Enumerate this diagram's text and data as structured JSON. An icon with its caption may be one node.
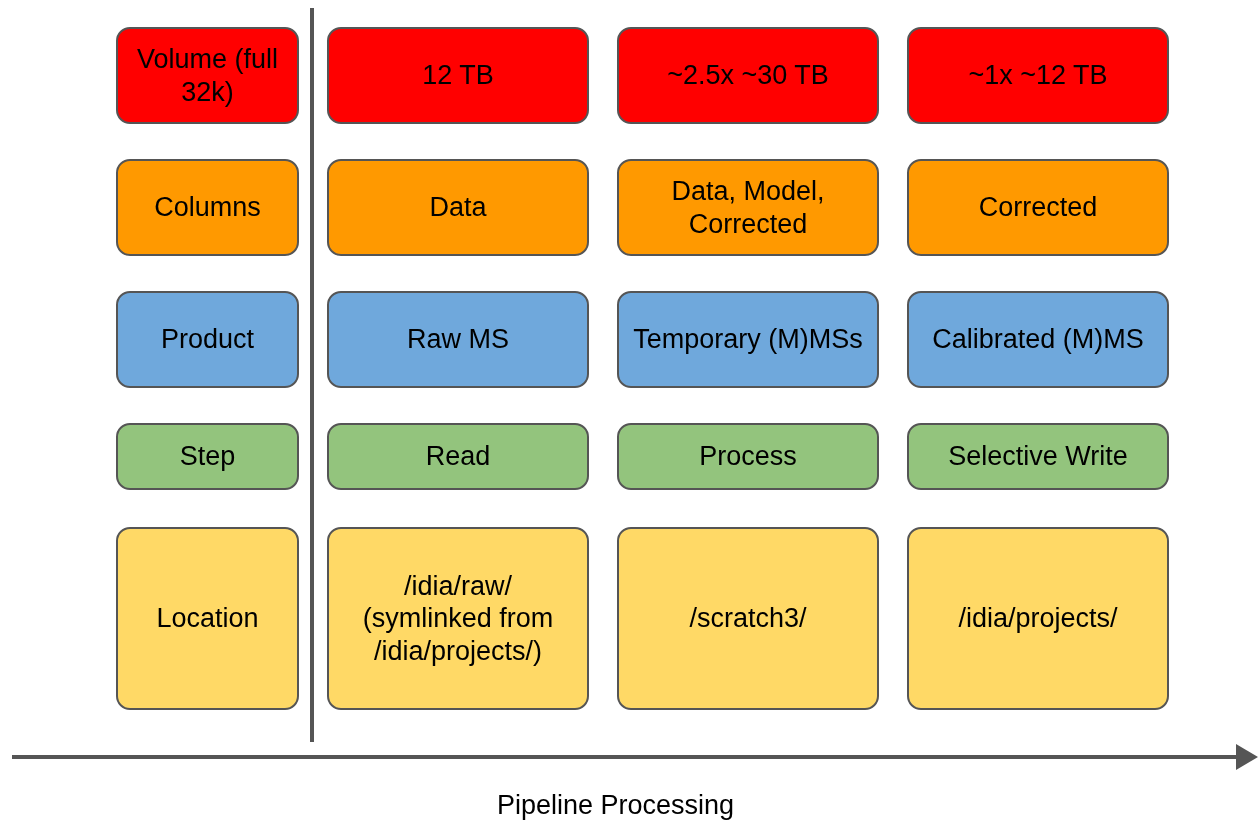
{
  "diagram": {
    "nodes": [
      {
        "text": [
          "Volume (full 32k)"
        ]
      },
      {
        "text": [
          "12 TB"
        ]
      },
      {
        "text": [
          "~2.5x ~30 TB"
        ]
      },
      {
        "text": [
          "~1x ~12 TB"
        ]
      },
      {
        "text": [
          "Columns"
        ]
      },
      {
        "text": [
          "Data"
        ]
      },
      {
        "text": [
          "Data, Model, Corrected"
        ]
      },
      {
        "text": [
          "Corrected"
        ]
      },
      {
        "text": [
          "Product"
        ]
      },
      {
        "text": [
          "Raw MS"
        ]
      },
      {
        "text": [
          "Temporary (M)MSs"
        ]
      },
      {
        "text": [
          "Calibrated (M)MS"
        ]
      },
      {
        "text": [
          "Step"
        ]
      },
      {
        "text": [
          "Read"
        ]
      },
      {
        "text": [
          "Process"
        ]
      },
      {
        "text": [
          "Selective Write"
        ]
      },
      {
        "text": [
          "Location"
        ]
      },
      {
        "text": [
          "/idia/raw/ (symlinked from /idia/projects/)"
        ]
      },
      {
        "text": [
          "/scratch3/"
        ]
      },
      {
        "text": [
          "/idia/projects/"
        ]
      }
    ],
    "labels": [
      "Pipeline Processing"
    ]
  }
}
